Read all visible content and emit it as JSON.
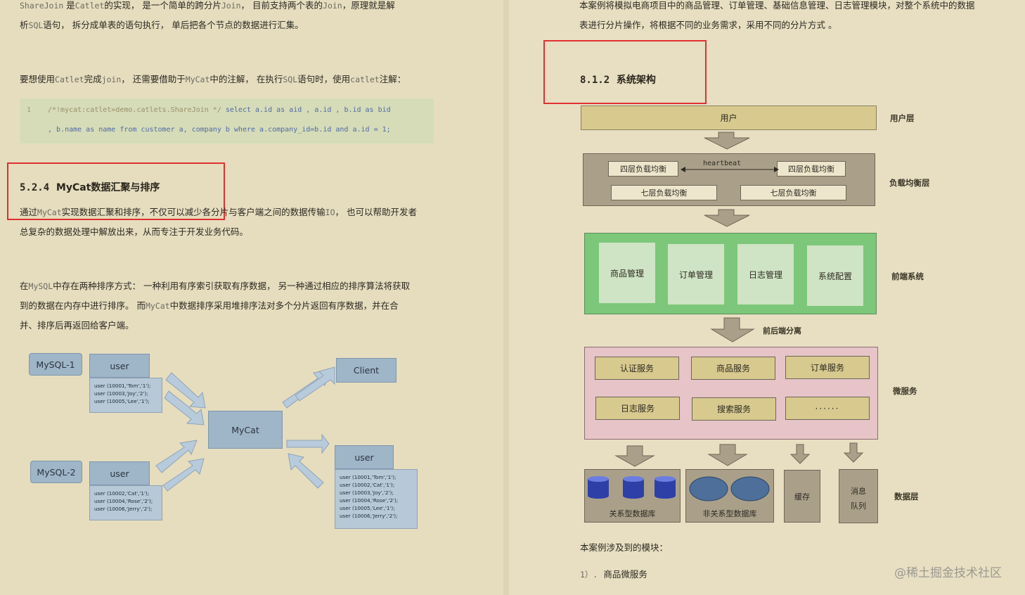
{
  "left": {
    "para1_line1": [
      "ShareJoin",
      " 是",
      "Catlet",
      "的实现，  是一个简单的跨分片",
      "Join",
      "，  目前支持两个表的",
      "Join",
      "，原理就是解"
    ],
    "para1_line2": [
      "析",
      "SQL",
      "语句，  拆分成单表的语句执行，  单后把各个节点的数据进行汇集。"
    ],
    "para2": [
      "要想使用",
      "Catlet",
      "完成",
      "join",
      "，  还需要借助于",
      "MyCat",
      "中的注解，  在执行",
      "SQL",
      "语句时，使用",
      "catlet",
      "注解："
    ],
    "code": {
      "line_number": "1",
      "line1_comment": "/*!mycat:catlet=demo.catlets.ShareJoin */",
      "line1_rest": " select a.id as aid , a.id , b.id as bid",
      "line2": ", b.name as name from customer a, company b where a.company_id=b.id and a.id = 1;"
    },
    "heading": {
      "num": "5.2.4",
      "title": "MyCat数据汇聚与排序"
    },
    "para3_line1": [
      "通过",
      "MyCat",
      "实现数据汇聚和排序，不仅可以减少各分片与客户端之间的数据传输",
      "IO",
      "，  也可以帮助开发者"
    ],
    "para3_line2": "总复杂的数据处理中解放出来，从而专注于开发业务代码。",
    "para4_line1": [
      "在",
      "MySQL",
      "中存在两种排序方式：  一种利用有序索引获取有序数据，  另一种通过相应的排序算法将获取"
    ],
    "para4_line2": [
      "到的数据在内存中进行排序。  而",
      "MyCat",
      "中数据排序采用堆排序法对多个分片返回有序数据，并在合"
    ],
    "para4_line3": "并、排序后再返回给客户端。",
    "diagram": {
      "mysql1": "MySQL-1",
      "mysql2": "MySQL-2",
      "client": "Client",
      "mycat": "MyCat",
      "user_label": "user",
      "card1": [
        "user (10001,'Tom','1');",
        "user (10003,'Joy','2');",
        "user (10005,'Lee','1');"
      ],
      "card2": [
        "user (10002,'Cat','1');",
        "user (10004,'Rose','2');",
        "user (10006,'Jerry','2');"
      ],
      "card3": [
        "user (10001,'Tom','1');",
        "user (10002,'Cat','1');",
        "user (10003,'Joy','2');",
        "user (10004,'Rose','2');",
        "user (10005,'Lee','1');",
        "user (10006,'Jerry','2');"
      ]
    }
  },
  "right": {
    "intro_line1": "本案例将模拟电商项目中的商品管理、订单管理、基础信息管理、日志管理模块，对整个系统中的数据",
    "intro_line2": "表进行分片操作，将根据不同的业务需求，采用不同的分片方式  。",
    "heading": {
      "num": "8.1.2",
      "title": "系统架构"
    },
    "arch": {
      "user": "用户",
      "l4_left": "四层负载均衡",
      "l4_right": "四层负载均衡",
      "heartbeat": "heartbeat",
      "l7_left": "七层负载均衡",
      "l7_right": "七层负载均衡",
      "front": [
        "商品管理",
        "订单管理",
        "日志管理",
        "系统配置"
      ],
      "split_label": "前后端分离",
      "services_row1": [
        "认证服务",
        "商品服务",
        "订单服务"
      ],
      "services_row2": [
        "日志服务",
        "搜索服务",
        "······"
      ],
      "rdb": "关系型数据库",
      "nosql": "非关系型数据库",
      "cache": "缓存",
      "mq_line1": "消息",
      "mq_line2": "队列",
      "side": {
        "user_layer": "用户层",
        "lb_layer": "负载均衡层",
        "front_layer": "前端系统",
        "micro_layer": "微服务",
        "data_layer": "数据层"
      }
    },
    "modules_title": "本案例涉及到的模块：",
    "module1_num": "1）.",
    "module1": "商品微服务"
  },
  "watermark": "@稀土掘金技术社区",
  "colors": {
    "highlight": "#e03030",
    "code_bg": "#d6dcb8",
    "front_green": "#7cc77a",
    "micro_pink": "#e6c4c8",
    "service_tan": "#d8c98e"
  }
}
